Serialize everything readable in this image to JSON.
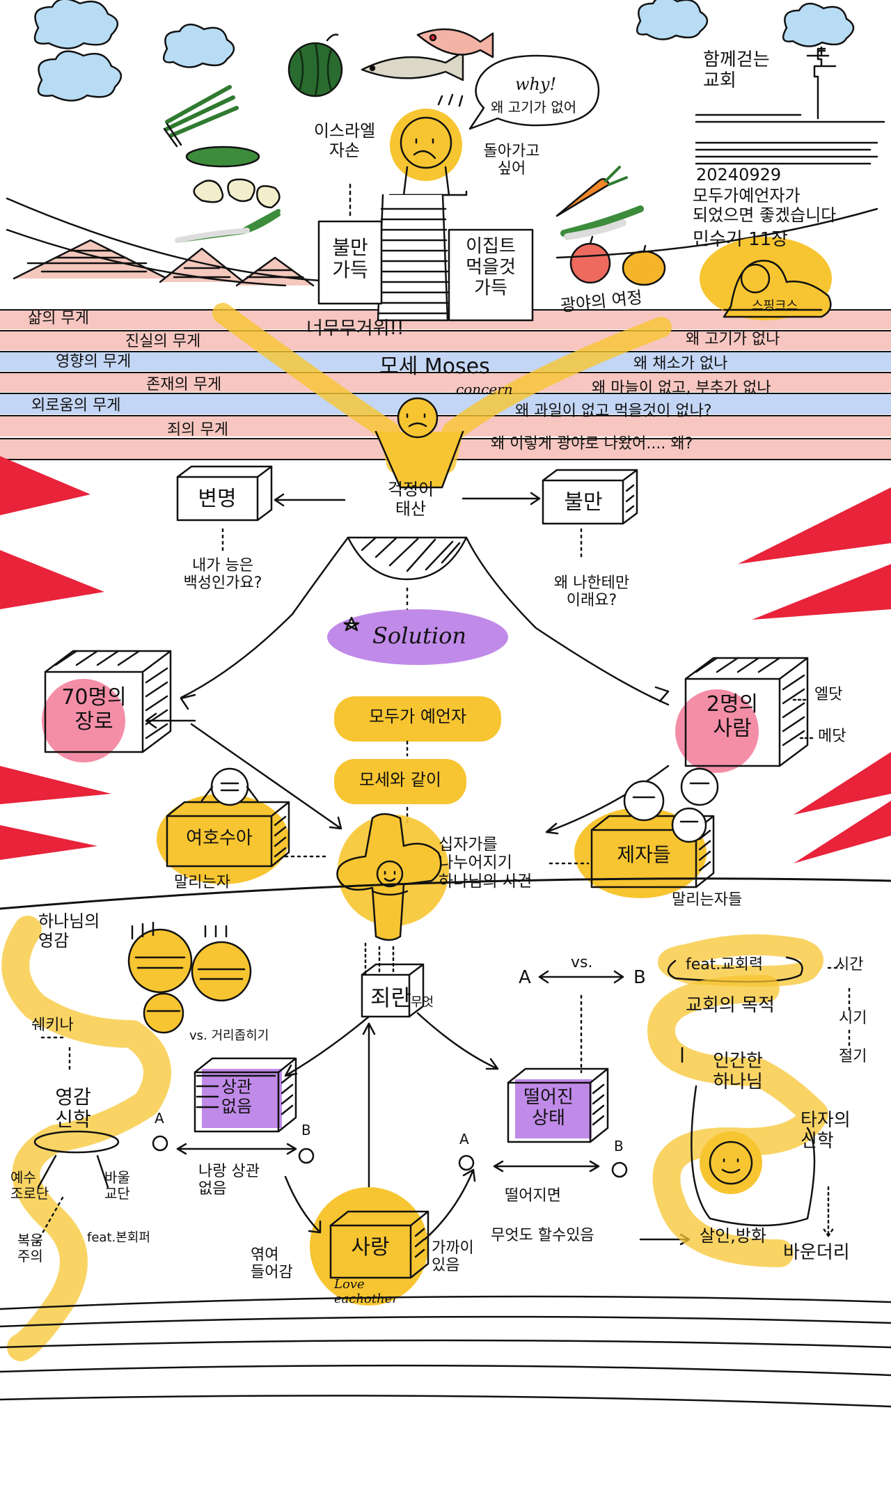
{
  "header": {
    "church_name": "함께걷는\n교회",
    "date": "20240929",
    "sermon_title": "모두가예언자가\n되었으면 좋겠습니다",
    "scripture": "민수기 11장"
  },
  "top_scene": {
    "israel_people": "이스라엘\n자손",
    "why_bubble_en": "why!",
    "why_bubble_ko": "왜 고기가 없어",
    "go_back": "돌아가고\n싶어",
    "complaint_box": "불만\n가득",
    "egypt_box": "이집트\n먹을것\n가득",
    "wilderness_road": "광야의 여정",
    "sphinx": "스핑크스",
    "too_heavy": "너무무거워!!"
  },
  "burdens": {
    "left": [
      "삶의 무게",
      "진실의 무게",
      "영향의 무게",
      "존재의 무게",
      "외로움의 무게",
      "죄의 무게"
    ],
    "right": [
      "왜 고기가 없나",
      "왜 채소가 없나",
      "왜 마늘이 없고, 부추가 없나",
      "왜 과일이 없고 먹을것이 없나?",
      "왜 이렇게 광야로 나왔어.... 왜?"
    ],
    "center_ko": "모세",
    "center_en": "Moses",
    "center_sub": "concern"
  },
  "worry": {
    "center": "걱정이\n태산",
    "left_box": "변명",
    "left_note": "내가 능은\n백성인가요?",
    "right_box": "불만",
    "right_note": "왜 나한테만\n이래요?"
  },
  "solution": {
    "label": "Solution",
    "item1": "모두가 예언자",
    "item2": "모세와 같이",
    "elders_box": "70명의\n장로",
    "two_people_box": "2명의\n사람",
    "eldad": "엘닷",
    "medad": "메닷",
    "joshua_box": "여호수아",
    "joshua_note": "말리는자",
    "disciples_box": "제자들",
    "disciples_note": "말리는자들",
    "cross_event": "십자가를\n나누어지기\n하나님의 사건"
  },
  "bottom": {
    "spirit_of_god": "하나님의\n영감",
    "shekinah": "쉐키나",
    "vs_distance": "vs. 거리좁히기",
    "spiritual_theology": "영감\n신학",
    "jesus": "예수\n조로단",
    "paul": "바울\n교단",
    "feat_bonhoeffer": "feat.본회퍼",
    "nationalism": "복음\n주의",
    "sin_title": "죄란",
    "sin_subtitle": "무엇",
    "no_relation_box": "상관\n없음",
    "separated_box": "떨어진\n상태",
    "a_label": "A",
    "b_label": "B",
    "vs_label": "vs.",
    "relation_note": "나랑 상관\n없음",
    "separated_note": "떨어지면",
    "anything_ok": "무엇도 할수있음",
    "murder": "살인,방화",
    "love_box": "사랑",
    "love_en": "Love\neachother",
    "enter": "엮여\n들어감",
    "close": "가까이\n있음",
    "feat_church": "feat.교회력",
    "time": "시간",
    "period": "시기",
    "season": "절기",
    "church_purpose": "교회의 목적",
    "human_god": "인간한\n하나님",
    "other_theology": "타자의\n신학",
    "bonhoeffer": "바운더리"
  },
  "colors": {
    "accent_yellow": "#f7c531",
    "pink_band": "#f7c6c0",
    "blue_band": "#c4d6f5",
    "purple": "#c08ae8",
    "pink_blob": "#f48ea6",
    "red_shape": "#e8233a",
    "sky_blue": "#b7dcf4"
  },
  "icons": [
    "cloud-icon",
    "watermelon-icon",
    "fish-icon",
    "vegetable-icon",
    "carrot-icon",
    "apple-icon",
    "orange-icon",
    "sun-face-icon",
    "sphinx-icon",
    "church-icon",
    "pyramid-icon",
    "cross-icon",
    "face-icon"
  ]
}
